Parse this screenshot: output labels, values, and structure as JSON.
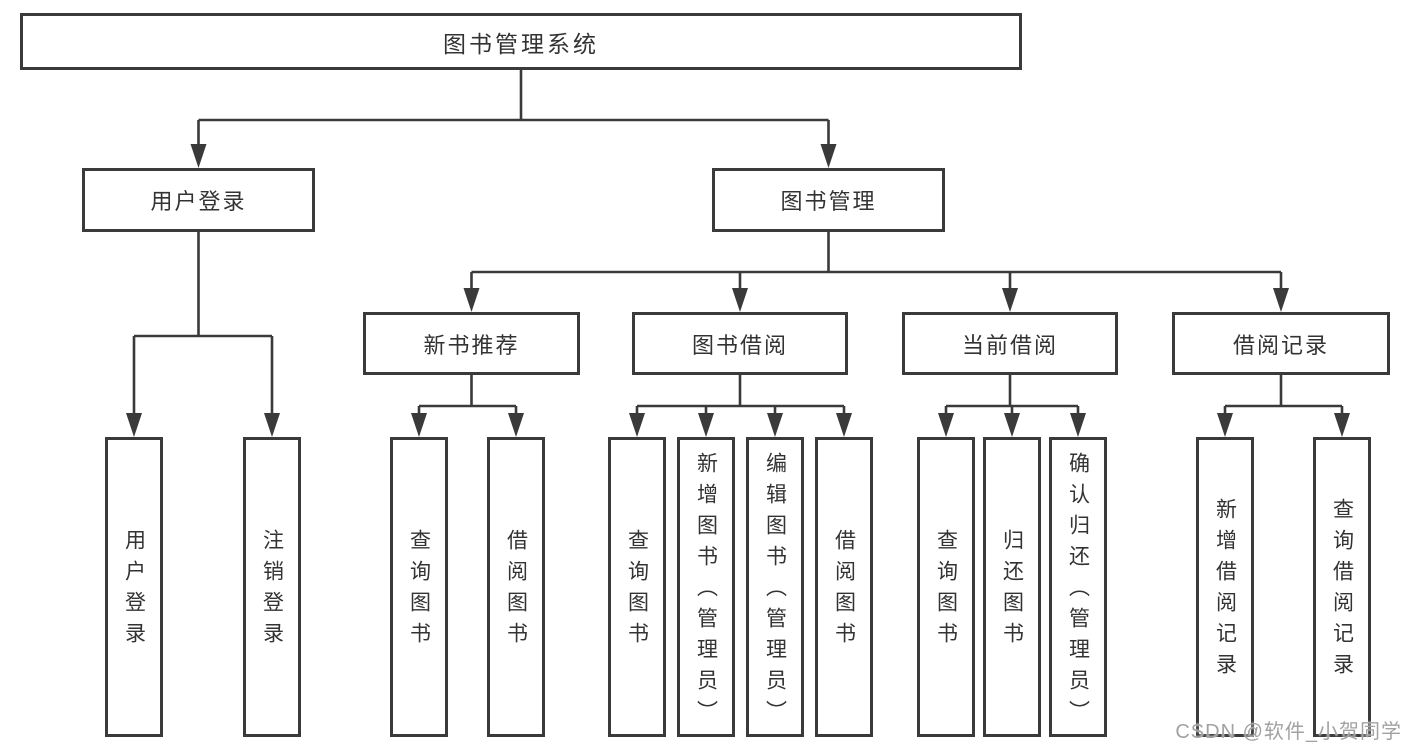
{
  "diagram_title": "图书管理系统",
  "colors": {
    "line": "#3a3a3a",
    "text": "#333333",
    "background": "#ffffff",
    "watermark": "#a2a2a2"
  },
  "nodes": {
    "root": "图书管理系统",
    "l2": [
      "用户登录",
      "图书管理"
    ],
    "l3": [
      "新书推荐",
      "图书借阅",
      "当前借阅",
      "借阅记录"
    ],
    "leaves_login": [
      "用户登录",
      "注销登录"
    ],
    "leaves_newbook": [
      "查询图书",
      "借阅图书"
    ],
    "leaves_borrow": [
      "查询图书",
      "新增图书（管理员）",
      "编辑图书（管理员）",
      "借阅图书"
    ],
    "leaves_current": [
      "查询图书",
      "归还图书",
      "确认归还（管理员）"
    ],
    "leaves_record": [
      "新增借阅记录",
      "查询借阅记录"
    ]
  },
  "watermark": "CSDN @软件_小贺同学"
}
